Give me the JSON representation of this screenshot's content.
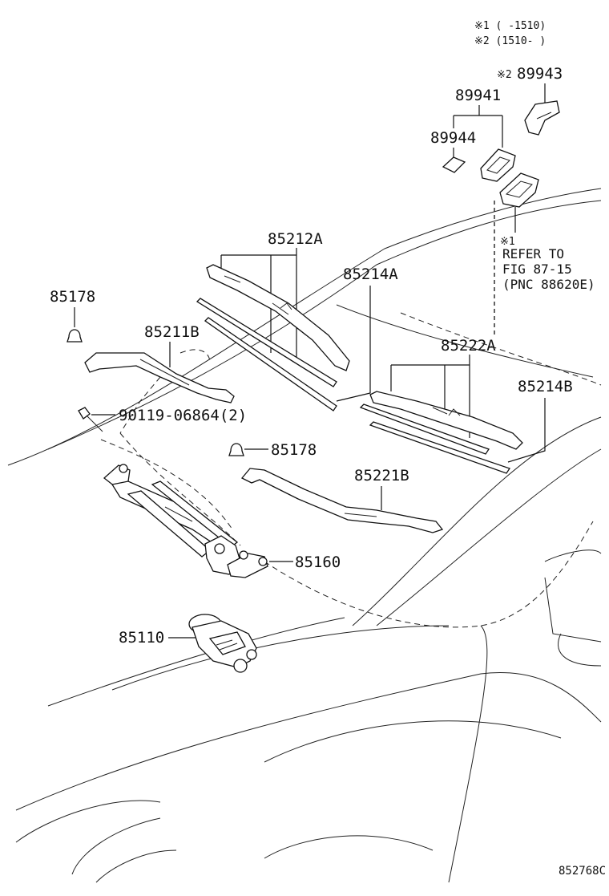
{
  "notes": {
    "note1": "※1 (     -1510)",
    "note2": "※2 (1510-     )"
  },
  "parts": {
    "p89943_mark": "※2",
    "p89943": "89943",
    "p89941": "89941",
    "p89944": "89944",
    "p85212A": "85212A",
    "p85214A": "85214A",
    "p85178_a": "85178",
    "p85211B": "85211B",
    "p90119": "90119-06864(2)",
    "p85222A": "85222A",
    "p85214B": "85214B",
    "p85178_b": "85178",
    "p85221B": "85221B",
    "p85160": "85160",
    "p85110": "85110"
  },
  "reference": {
    "mark": "※1",
    "line1": "REFER TO",
    "line2": "FIG 87-15",
    "line3": "(PNC 88620E)"
  },
  "figure_code": "852768C"
}
